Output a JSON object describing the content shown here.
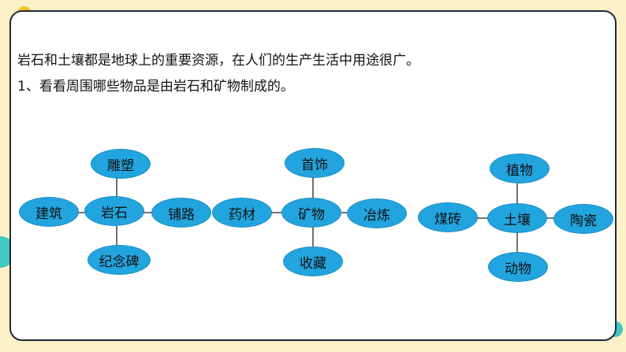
{
  "text": {
    "line1": "岩石和土壤都是地球上的重要资源，在人们的生产生活中用途很广。",
    "line2": "1、看看周围哪些物品是由岩石和矿物制成的。"
  },
  "diagrams": [
    {
      "center": "岩石",
      "top": "雕塑",
      "left": "建筑",
      "right": "铺路",
      "bottom": "纪念碑"
    },
    {
      "center": "矿物",
      "top": "首饰",
      "left": "药材",
      "right": "冶炼",
      "bottom": "收藏"
    },
    {
      "center": "土壤",
      "top": "植物",
      "left": "煤砖",
      "right": "陶瓷",
      "bottom": "动物"
    }
  ],
  "colors": {
    "background": "#fbf0c8",
    "node_fill": "#22a4df",
    "card_border": "#1e2a3a"
  }
}
